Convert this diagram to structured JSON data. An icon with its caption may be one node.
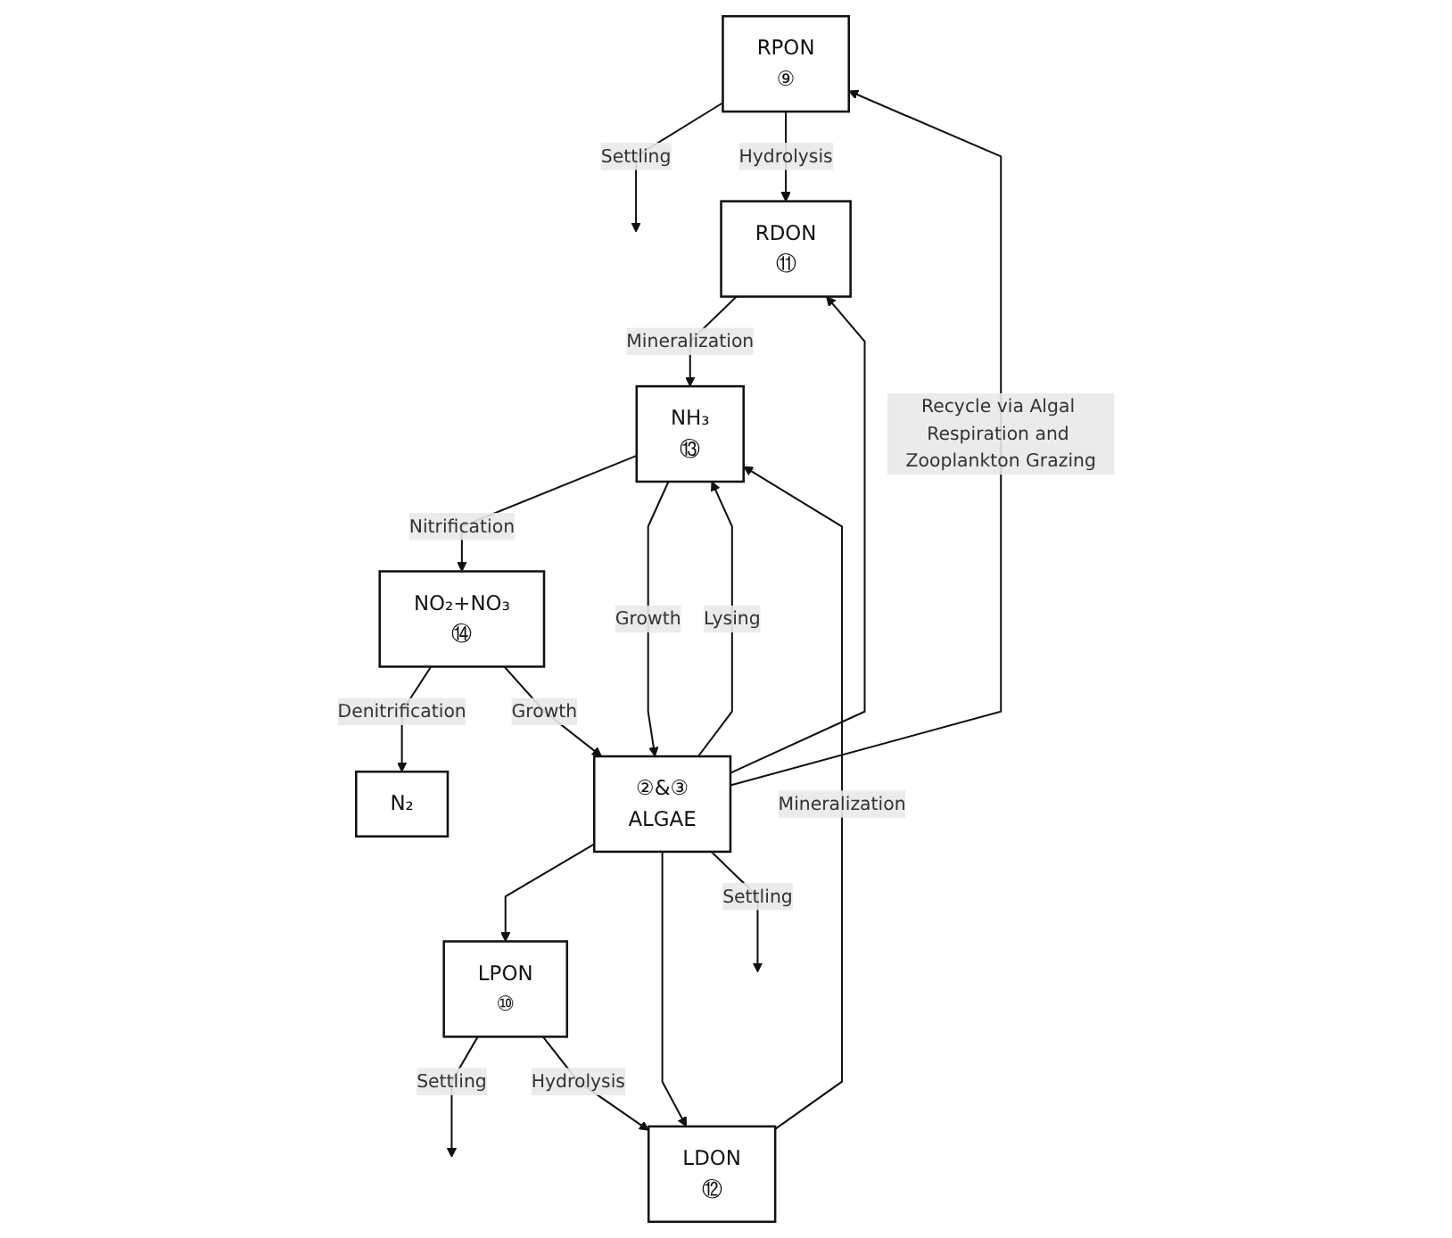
{
  "diagram": {
    "nodes": [
      {
        "text": [
          "RPON",
          "⑨"
        ]
      },
      {
        "text": [
          "RDON",
          "⑪"
        ]
      },
      {
        "text": [
          "LPON",
          "⑩"
        ]
      },
      {
        "text": [
          "LDON",
          "⑫"
        ]
      },
      {
        "text": [
          "NH₃",
          "⑬"
        ]
      },
      {
        "text": [
          "NO₂+NO₃",
          "⑭"
        ]
      },
      {
        "text": [
          "N₂"
        ]
      },
      {
        "text": [
          "②&③",
          "ALGAE"
        ]
      }
    ],
    "edges": [
      {
        "from": 0,
        "to": null,
        "arrow": "to",
        "label": "Settling"
      },
      {
        "from": 0,
        "to": 1,
        "arrow": "to",
        "label": "Hydrolysis"
      },
      {
        "from": 1,
        "to": 4,
        "arrow": "to",
        "label": "Mineralization"
      },
      {
        "from": 2,
        "to": null,
        "arrow": "to",
        "label": "Settling"
      },
      {
        "from": 2,
        "to": 3,
        "arrow": "to",
        "label": "Hydrolysis"
      },
      {
        "from": 3,
        "to": 4,
        "arrow": "to",
        "label": "Mineralization"
      },
      {
        "from": 4,
        "to": 5,
        "arrow": "to",
        "label": "Nitrification"
      },
      {
        "from": 5,
        "to": 6,
        "arrow": "to",
        "label": "Denitrification"
      },
      {
        "from": 4,
        "to": 7,
        "arrow": "to",
        "label": "Growth"
      },
      {
        "from": 5,
        "to": 7,
        "arrow": "to",
        "label": "Growth"
      },
      {
        "from": 7,
        "to": 4,
        "arrow": "to",
        "label": "Lysing"
      },
      {
        "from": 7,
        "to": 0,
        "arrow": "to",
        "label": "Recycle via Algal Respiration and Zooplankton Grazing"
      },
      {
        "from": 7,
        "to": 2,
        "arrow": "to"
      },
      {
        "from": 7,
        "to": 1,
        "arrow": "to"
      },
      {
        "from": 7,
        "to": 3,
        "arrow": "to"
      },
      {
        "from": 7,
        "to": null,
        "arrow": "to",
        "label": "Settling"
      }
    ]
  }
}
